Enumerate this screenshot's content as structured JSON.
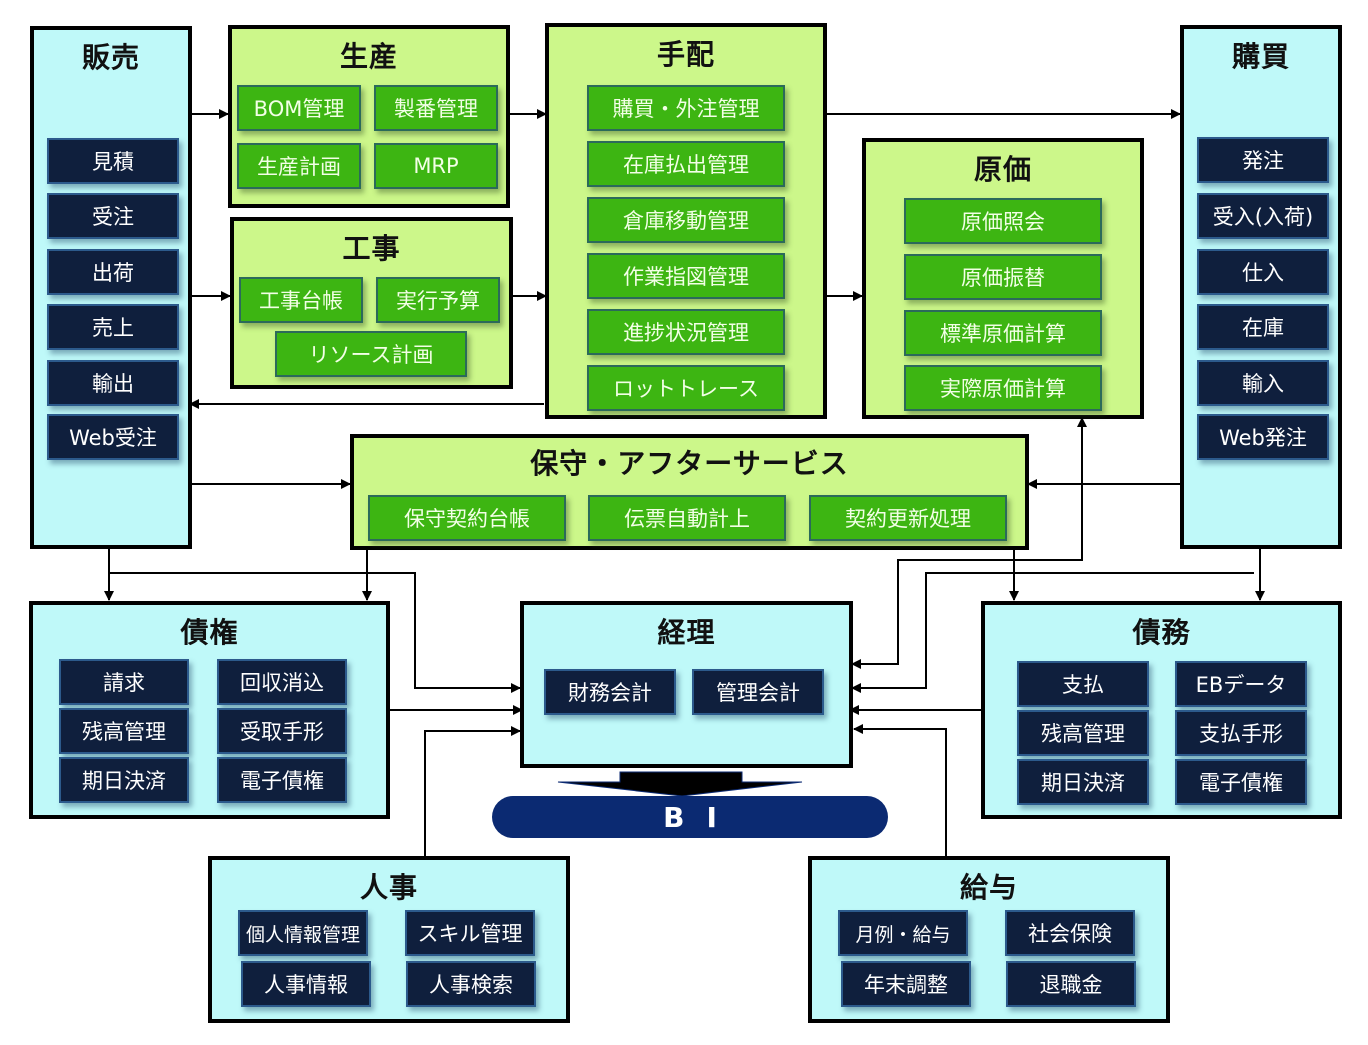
{
  "colors": {
    "panel_cyan": "#bff9f9",
    "panel_lime": "#ccf78a",
    "box_navy": "#0f1f3d",
    "box_green": "#3db512",
    "bi_bar": "#0b2a72"
  },
  "panels": {
    "sales": {
      "title": "販売",
      "items": [
        "見積",
        "受注",
        "出荷",
        "売上",
        "輸出",
        "Web受注"
      ]
    },
    "production": {
      "title": "生産",
      "items": [
        "BOM管理",
        "製番管理",
        "生産計画",
        "MRP"
      ]
    },
    "construction": {
      "title": "工事",
      "items": [
        "工事台帳",
        "実行予算",
        "リソース計画"
      ]
    },
    "arrangement": {
      "title": "手配",
      "items": [
        "購買・外注管理",
        "在庫払出管理",
        "倉庫移動管理",
        "作業指図管理",
        "進捗状況管理",
        "ロットトレース"
      ]
    },
    "cost": {
      "title": "原価",
      "items": [
        "原価照会",
        "原価振替",
        "標準原価計算",
        "実際原価計算"
      ]
    },
    "purchasing": {
      "title": "購買",
      "items": [
        "発注",
        "受入(入荷)",
        "仕入",
        "在庫",
        "輸入",
        "Web発注"
      ]
    },
    "maintenance": {
      "title": "保守・アフターサービス",
      "items": [
        "保守契約台帳",
        "伝票自動計上",
        "契約更新処理"
      ]
    },
    "receivables": {
      "title": "債権",
      "items": [
        "請求",
        "回収消込",
        "残高管理",
        "受取手形",
        "期日決済",
        "電子債権"
      ]
    },
    "accounting": {
      "title": "経理",
      "items": [
        "財務会計",
        "管理会計"
      ]
    },
    "payables": {
      "title": "債務",
      "items": [
        "支払",
        "EBデータ",
        "残高管理",
        "支払手形",
        "期日決済",
        "電子債権"
      ]
    },
    "hr": {
      "title": "人事",
      "items": [
        "個人情報管理",
        "スキル管理",
        "人事情報",
        "人事検索"
      ]
    },
    "payroll": {
      "title": "給与",
      "items": [
        "月例・給与",
        "社会保険",
        "年末調整",
        "退職金"
      ]
    }
  },
  "bi": {
    "label": "BI"
  }
}
